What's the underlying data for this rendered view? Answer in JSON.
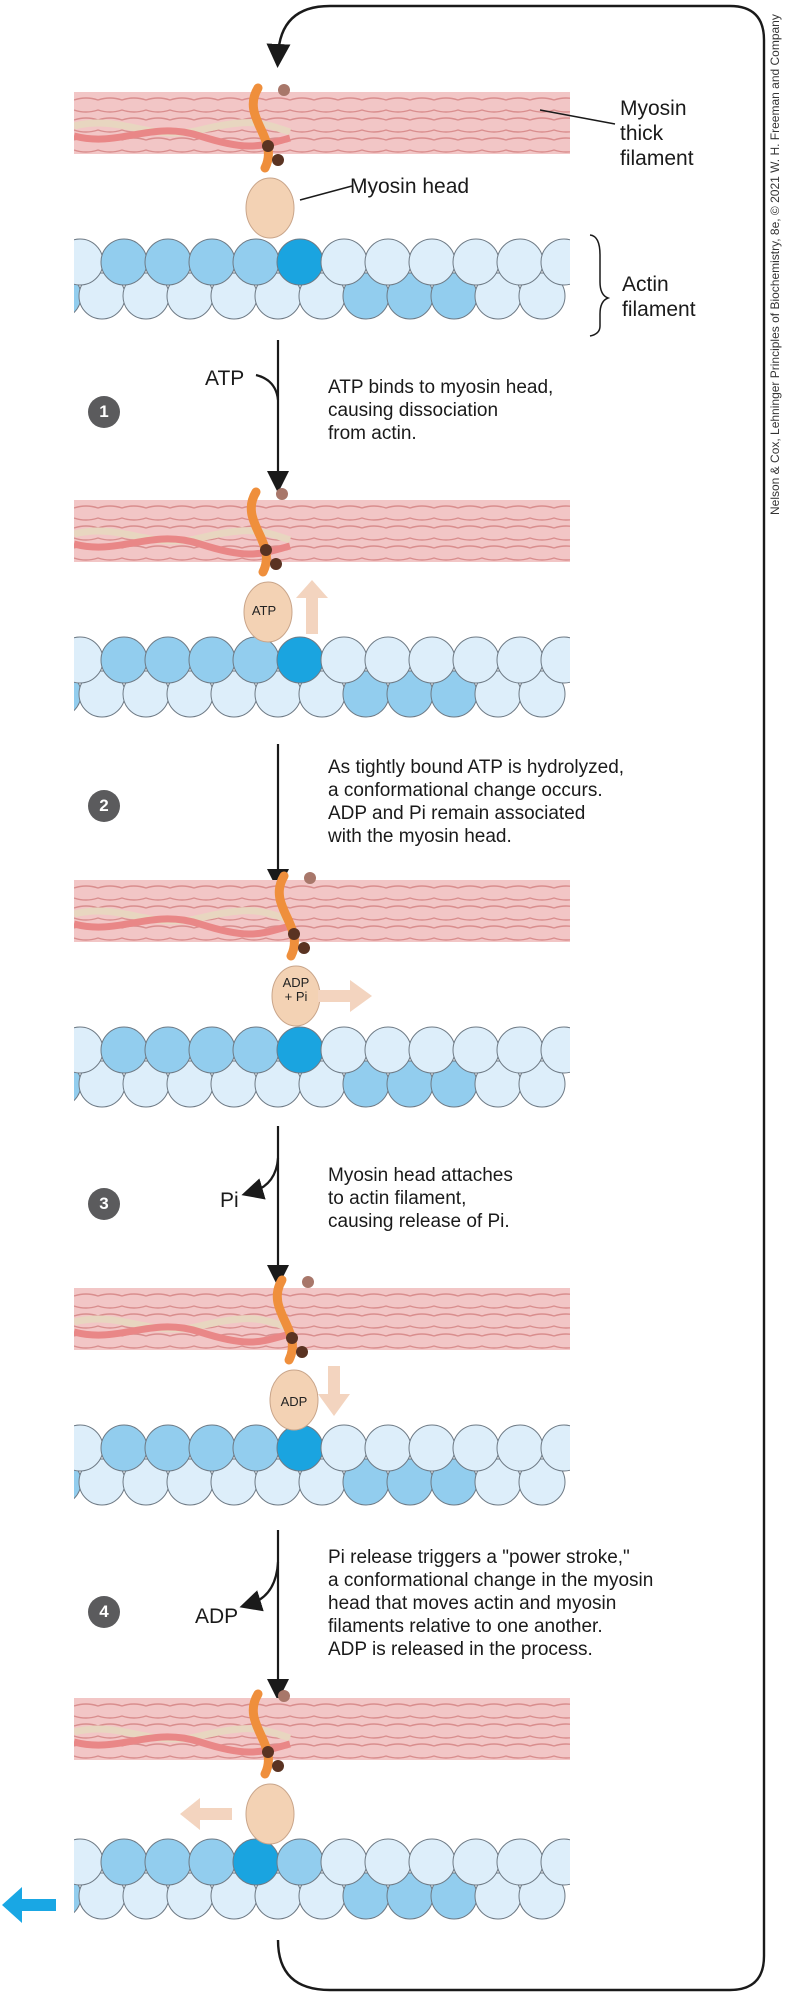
{
  "labels": {
    "myosin_thick_filament": [
      "Myosin",
      "thick",
      "filament"
    ],
    "myosin_head": "Myosin head",
    "actin_filament": [
      "Actin",
      "filament"
    ]
  },
  "steps": [
    {
      "number": "1",
      "side_molecule": "ATP",
      "caption": [
        "ATP binds to myosin head,",
        "causing dissociation",
        "from actin."
      ]
    },
    {
      "number": "2",
      "side_molecule": "",
      "caption": [
        "As tightly bound ATP is hydrolyzed,",
        "a conformational change occurs.",
        "ADP and Pi remain associated",
        "with the myosin head."
      ]
    },
    {
      "number": "3",
      "side_molecule": "Pi",
      "caption": [
        "Myosin head attaches",
        "to actin filament,",
        "causing release of Pi."
      ]
    },
    {
      "number": "4",
      "side_molecule": "ADP",
      "caption": [
        "Pi release triggers a \"power stroke,\"",
        "a conformational change in the myosin",
        "head that moves actin and myosin",
        "filaments relative to one another.",
        "ADP is released in the process."
      ]
    }
  ],
  "head_labels": {
    "panel2": "ATP",
    "panel3": [
      "ADP",
      "+ Pi"
    ],
    "panel4": "ADP"
  },
  "credit": "Nelson & Cox, Lehninger Principles of Biochemistry, 8e, © 2021 W. H. Freeman and Company",
  "colors": {
    "myosin_band": "#f2c6c6",
    "myosin_strand": "#d98e8e",
    "actin_light": "#ddeefa",
    "actin_mid": "#92cdee",
    "actin_bright": "#1aa4e0",
    "head": "#f3d2b4",
    "neck_orange": "#ef8f3c",
    "neck_brown": "#5a3322",
    "motion_arrow": "#f3d4bf",
    "move_arrow": "#19a7e4"
  }
}
